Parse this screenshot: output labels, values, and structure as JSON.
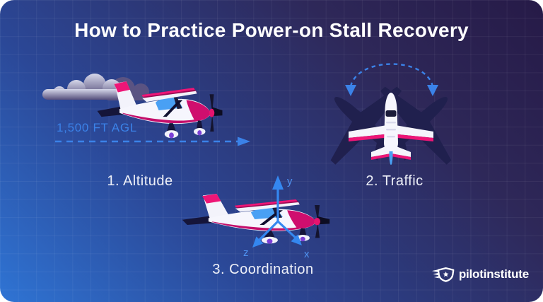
{
  "title": "How to Practice Power-on Stall Recovery",
  "steps": {
    "altitude": {
      "label": "1. Altitude",
      "annotation": "1,500 FT AGL"
    },
    "traffic": {
      "label": "2. Traffic"
    },
    "coordination": {
      "label": "3. Coordination",
      "axis_x": "x",
      "axis_y": "y",
      "axis_z": "z"
    }
  },
  "logo": {
    "brand": "pilotinstitute"
  },
  "colors": {
    "background_top_right": "#261a47",
    "background_bottom_left": "#2f74d4",
    "accent_blue": "#3b82e8",
    "plane_magenta": "#c40f6b",
    "plane_pink": "#ee1677",
    "window_blue": "#49a0f4",
    "silhouette_navy": "#20204e",
    "text_white": "#eef0f8"
  }
}
